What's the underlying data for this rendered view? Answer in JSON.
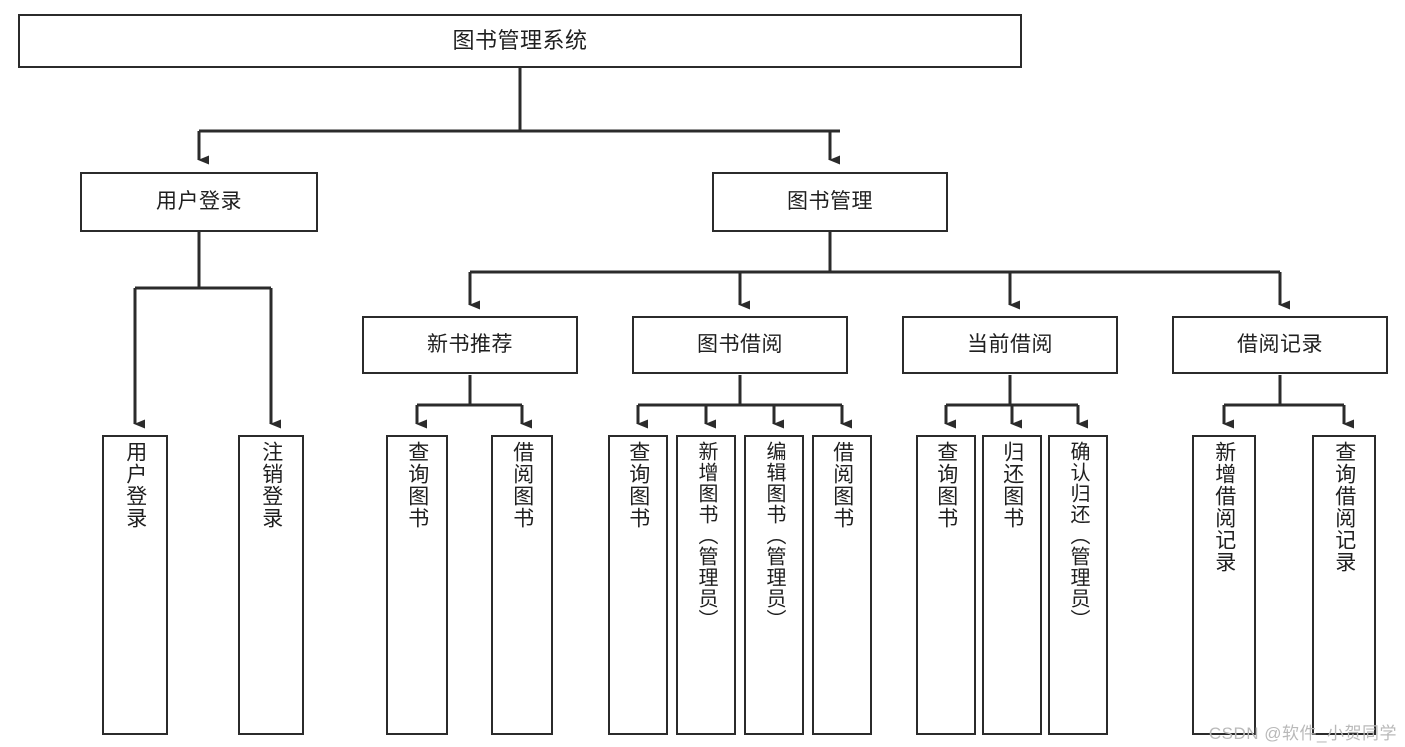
{
  "diagram": {
    "title": "图书管理系统",
    "type": "tree-hierarchy",
    "root": {
      "label": "图书管理系统"
    },
    "level1": [
      {
        "label": "用户登录"
      },
      {
        "label": "图书管理"
      }
    ],
    "level2": [
      {
        "label": "新书推荐"
      },
      {
        "label": "图书借阅"
      },
      {
        "label": "当前借阅"
      },
      {
        "label": "借阅记录"
      }
    ],
    "leaves": {
      "user_login": [
        {
          "label": "用户登录"
        },
        {
          "label": "注销登录"
        }
      ],
      "new_book_recommend": [
        {
          "label": "查询图书"
        },
        {
          "label": "借阅图书"
        }
      ],
      "book_borrow": [
        {
          "label": "查询图书"
        },
        {
          "label": "新增图书（管理员）"
        },
        {
          "label": "编辑图书（管理员）"
        },
        {
          "label": "借阅图书"
        }
      ],
      "current_borrow": [
        {
          "label": "查询图书"
        },
        {
          "label": "归还图书"
        },
        {
          "label": "确认归还（管理员）"
        }
      ],
      "borrow_record": [
        {
          "label": "新增借阅记录"
        },
        {
          "label": "查询借阅记录"
        }
      ]
    }
  },
  "watermark": {
    "text": "CSDN @软件_小贺同学"
  },
  "colors": {
    "border": "#2b2b2b",
    "background": "#ffffff",
    "text": "#1f1f1f",
    "watermark": "#b9b9b9"
  }
}
